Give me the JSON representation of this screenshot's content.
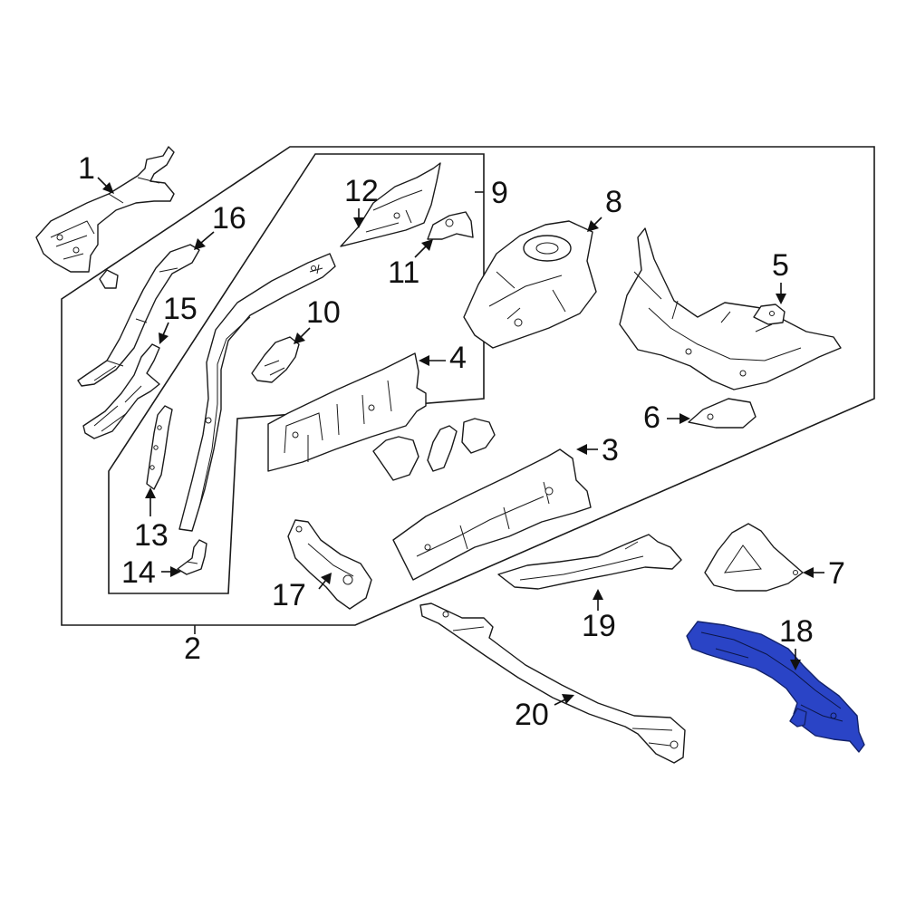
{
  "diagram": {
    "highlight_color": "#2a44c6",
    "callouts": {
      "c1": "1",
      "c2": "2",
      "c3": "3",
      "c4": "4",
      "c5": "5",
      "c6": "6",
      "c7": "7",
      "c8": "8",
      "c9": "9",
      "c10": "10",
      "c11": "11",
      "c12": "12",
      "c13": "13",
      "c14": "14",
      "c15": "15",
      "c16": "16",
      "c17": "17",
      "c18": "18",
      "c19": "19",
      "c20": "20"
    }
  }
}
